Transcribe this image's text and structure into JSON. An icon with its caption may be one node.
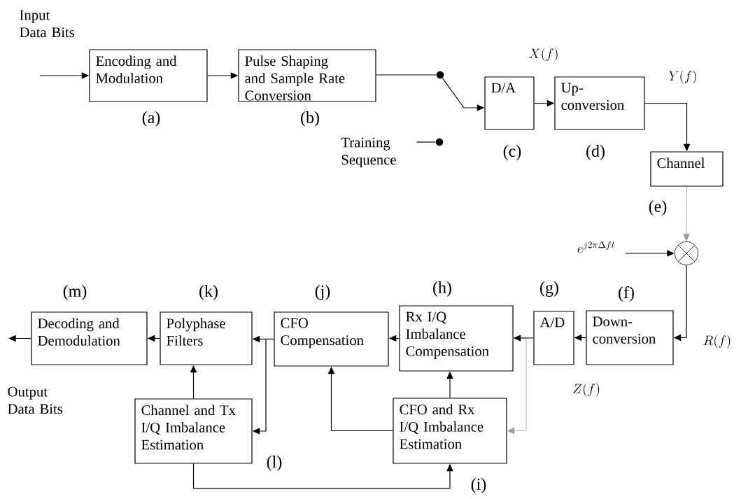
{
  "diagram": {
    "nodes": [
      {
        "text": [
          "Encoding and Modulation"
        ],
        "beside": [
          "(a)"
        ]
      },
      {
        "text": [
          "Pulse Shaping and Sample Rate Conversion"
        ],
        "beside": [
          "(b)"
        ]
      },
      {
        "text": [],
        "shape": "circle"
      },
      {
        "text": [
          "Training Sequence"
        ]
      },
      {
        "text": [],
        "shape": "circle"
      },
      {
        "text": [
          "D/A"
        ],
        "beside": [
          "(c)"
        ]
      },
      {
        "text": [
          "Up-conversion"
        ],
        "beside": [
          "(d)"
        ]
      },
      {
        "text": [
          "Channel"
        ],
        "beside": [
          "(e)"
        ]
      },
      {
        "text": [],
        "shape": "circle"
      },
      {
        "text": [
          "e^{j2\\pi\\Delta f t}"
        ]
      },
      {
        "text": [
          "Down-conversion"
        ],
        "beside": [
          "(f)"
        ]
      },
      {
        "text": [
          "A/D"
        ],
        "beside": [
          "(g)"
        ]
      },
      {
        "text": [
          "Rx I/Q Imbalance Compensation"
        ],
        "beside": [
          "(h)"
        ]
      },
      {
        "text": [
          "CFO Compensation"
        ],
        "beside": [
          "(j)"
        ]
      },
      {
        "text": [
          "Polyphase Filters"
        ],
        "beside": [
          "(k)"
        ]
      },
      {
        "text": [
          "Decoding and Demodulation"
        ],
        "beside": [
          "(m)"
        ]
      },
      {
        "text": [
          "Channel and Tx I/Q Imbalance Estimation"
        ],
        "beside": [
          "(l)"
        ]
      },
      {
        "text": [
          "CFO and Rx I/Q Imbalance Estimation"
        ],
        "beside": [
          "(i)"
        ]
      }
    ],
    "edges": [
      {
        "from": null,
        "to": 0,
        "arrow": "to"
      },
      {
        "from": 0,
        "to": 1,
        "arrow": "to"
      },
      {
        "from": 1,
        "to": 2,
        "arrow": "none"
      },
      {
        "from": 2,
        "to": 5,
        "arrow": "to"
      },
      {
        "from": 3,
        "to": 4,
        "arrow": "none"
      },
      {
        "from": 5,
        "to": 6,
        "arrow": "to"
      },
      {
        "from": 6,
        "to": 7,
        "arrow": "to"
      },
      {
        "from": 7,
        "to": 8,
        "arrow": "to",
        "color": "#999999"
      },
      {
        "from": 9,
        "to": 8,
        "arrow": "to"
      },
      {
        "from": 8,
        "to": 10,
        "arrow": "to"
      },
      {
        "from": 10,
        "to": 11,
        "arrow": "to"
      },
      {
        "from": 11,
        "to": 12,
        "arrow": "to"
      },
      {
        "from": 11,
        "to": 17,
        "arrow": "to",
        "color": "#999999"
      },
      {
        "from": 12,
        "to": 13,
        "arrow": "to"
      },
      {
        "from": 13,
        "to": 14,
        "arrow": "to"
      },
      {
        "from": 13,
        "to": 16,
        "arrow": "to"
      },
      {
        "from": 16,
        "to": 14,
        "arrow": "to"
      },
      {
        "from": 17,
        "to": 12,
        "arrow": "to"
      },
      {
        "from": 17,
        "to": 13,
        "arrow": "to"
      },
      {
        "from": 16,
        "to": 17,
        "arrow": "to"
      },
      {
        "from": 14,
        "to": 15,
        "arrow": "to"
      },
      {
        "from": 15,
        "to": null,
        "arrow": "to"
      }
    ],
    "labels": [
      "Input Data Bits",
      "X(f)",
      "Y(f)",
      "R(f)",
      "Z(f)",
      "Output Data Bits"
    ]
  }
}
